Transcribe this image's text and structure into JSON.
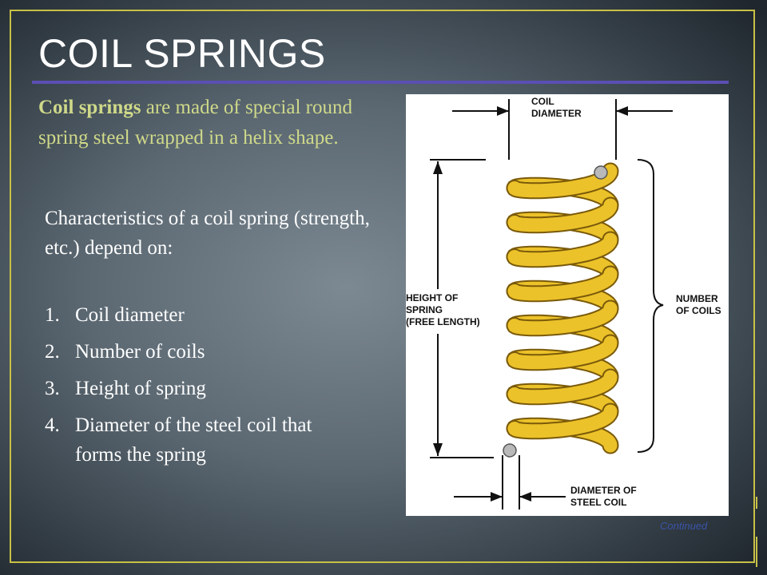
{
  "slide": {
    "title": "COIL SPRINGS",
    "intro_lead": "Coil springs",
    "intro_rest": " are made of special round spring steel wrapped in a helix shape.",
    "characteristics": "Characteristics of a coil spring (strength, etc.) depend on:",
    "list": [
      {
        "num": "1.",
        "text": "Coil diameter"
      },
      {
        "num": "2.",
        "text": "Number of coils"
      },
      {
        "num": "3.",
        "text": "Height of spring"
      },
      {
        "num": "4.",
        "text": "Diameter of the steel coil that forms the spring"
      }
    ],
    "continued": "Continued"
  },
  "diagram": {
    "label_coil_diameter_1": "COIL",
    "label_coil_diameter_2": "DIAMETER",
    "label_height_1": "HEIGHT OF",
    "label_height_2": "SPRING",
    "label_height_3": "(FREE LENGTH)",
    "label_coils_1": "NUMBER",
    "label_coils_2": "OF COILS",
    "label_steel_1": "DIAMETER OF",
    "label_steel_2": "STEEL COIL"
  },
  "colors": {
    "frame": "#c8c046",
    "rule": "#5a4fb2",
    "intro_text": "#cfd989",
    "spring_fill": "#ecc22a",
    "spring_outline": "#7a5a0a",
    "continued": "#3a54a8"
  }
}
